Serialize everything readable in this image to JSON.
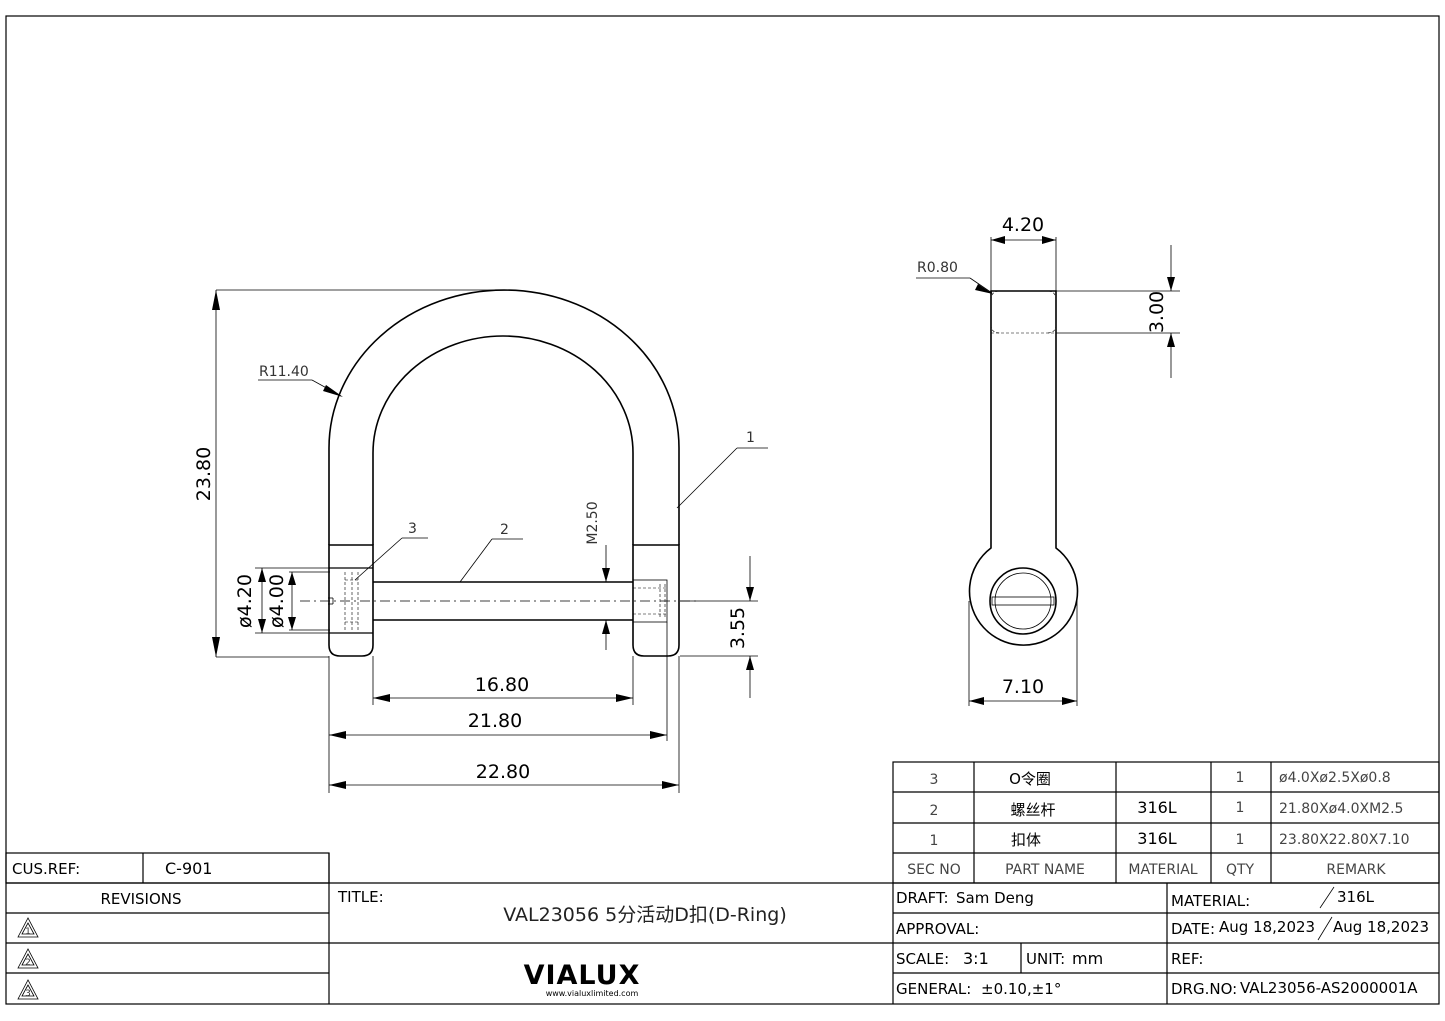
{
  "dimensions": {
    "d_4_20_top": "4.20",
    "r_0_80": "R0.80",
    "d_3_00": "3.00",
    "r_11_40": "R11.40",
    "d_23_80": "23.80",
    "d_phi_4_20": "ø4.20",
    "d_phi_4_00": "ø4.00",
    "d_m2_50": "M2.50",
    "d_3_55": "3.55",
    "d_16_80": "16.80",
    "d_21_80": "21.80",
    "d_22_80": "22.80",
    "d_7_10": "7.10"
  },
  "callouts": {
    "part1": "1",
    "part2": "2",
    "part3": "3"
  },
  "bom": {
    "headers": [
      "SEC NO",
      "PART NAME",
      "MATERIAL",
      "QTY",
      "REMARK"
    ],
    "rows": [
      {
        "sec": "3",
        "name": "O令圈",
        "material": "",
        "qty": "1",
        "remark": "ø4.0Xø2.5Xø0.8"
      },
      {
        "sec": "2",
        "name": "螺丝杆",
        "material": "316L",
        "qty": "1",
        "remark": "21.80Xø4.0XM2.5"
      },
      {
        "sec": "1",
        "name": "扣体",
        "material": "316L",
        "qty": "1",
        "remark": "23.80X22.80X7.10"
      }
    ]
  },
  "title_block": {
    "cus_ref_label": "CUS.REF:",
    "cus_ref_value": "C-901",
    "revisions_label": "REVISIONS",
    "revision_marks": [
      "1",
      "2",
      "3"
    ],
    "title_label": "TITLE:",
    "title_value": "VAL23056  5分活动D扣(D-Ring)",
    "logo_text": "VIALUX",
    "logo_url": "www.vialuxlimited.com",
    "draft_label": "DRAFT:",
    "draft_value": "Sam Deng",
    "approval_label": "APPROVAL:",
    "scale_label": "SCALE:",
    "scale_value": "3:1",
    "unit_label": "UNIT:",
    "unit_value": "mm",
    "general_label": "GENERAL:",
    "general_value": "±0.10,±1°",
    "material_label": "MATERIAL:",
    "material_value": "316L",
    "date_label": "DATE:",
    "date_value_1": "Aug 18,2023",
    "date_value_2": "Aug 18,2023",
    "ref_label": "REF:",
    "drg_label": "DRG.NO:",
    "drg_value": "VAL23056-AS2000001A"
  }
}
